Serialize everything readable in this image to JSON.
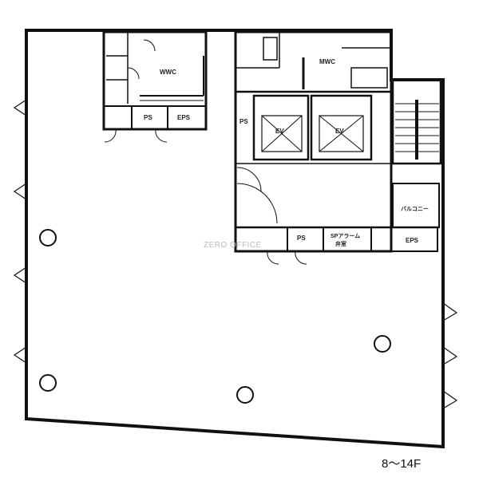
{
  "floor_label": "8～14F",
  "watermark": "ZERO OFFICE",
  "rooms": {
    "wwc": "WWC",
    "mwc": "MWC",
    "ps_left": "PS",
    "eps_left": "EPS",
    "ps_core": "PS",
    "ev1": "EV",
    "ev2": "EV",
    "ps_bottom": "PS",
    "sp_alarm_line1": "SPアラーム",
    "sp_alarm_line2": "弁室",
    "balcony": "バルコニー",
    "eps_right": "EPS"
  }
}
